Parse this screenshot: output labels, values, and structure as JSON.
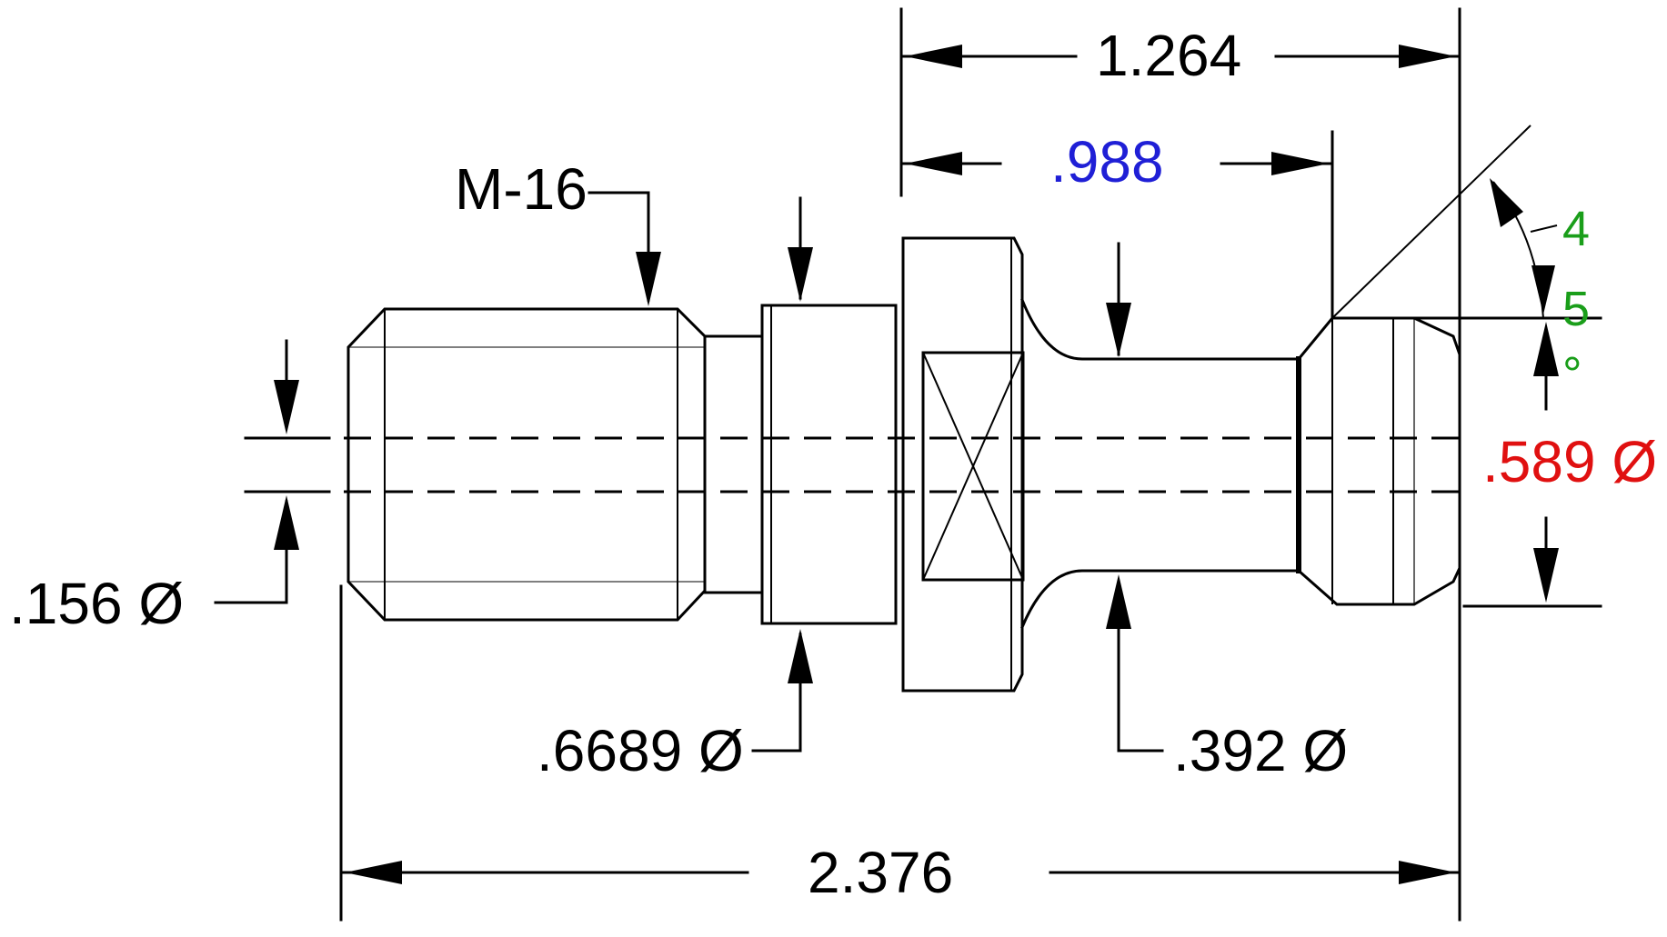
{
  "dimensions": {
    "overall_length": ".2.376",
    "flange_to_tip": "1.264",
    "flange_to_shoulder": ".988",
    "thread": "M-16",
    "bore": ".156 Ø",
    "collar": ".6689 Ø",
    "neck": ".392 Ø",
    "head": ".589 Ø",
    "angle_digit_1": "4",
    "angle_digit_2": "5",
    "angle_degree": "°"
  },
  "colors": {
    "line": "#000000",
    "default_text": "#000000",
    "flange_to_shoulder_text": "#1f1fd6",
    "head_text": "#e01010",
    "angle_text": "#1a9e1a"
  }
}
